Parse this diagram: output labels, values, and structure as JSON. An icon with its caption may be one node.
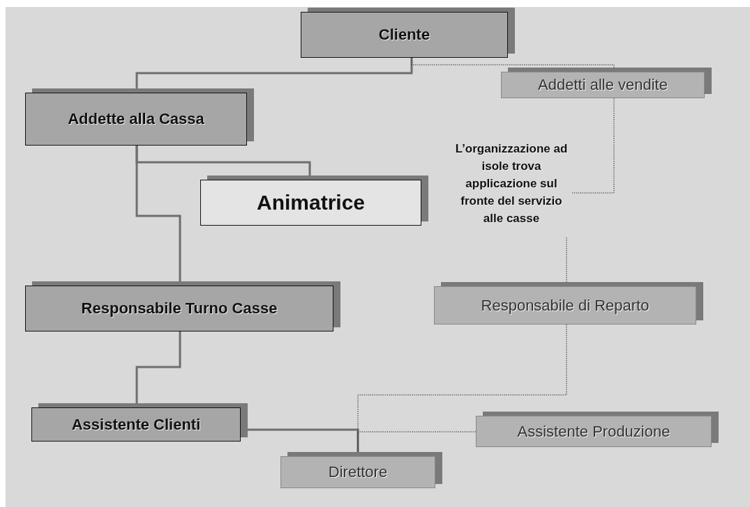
{
  "diagram": {
    "nodes": [
      {
        "text": [
          "Cliente"
        ]
      },
      {
        "text": [
          "Addetti alle vendite"
        ]
      },
      {
        "text": [
          "Addette alla Cassa"
        ]
      },
      {
        "text": [
          "L’organizzazione ad isole trova applicazione sul fronte del servizio alle casse"
        ]
      },
      {
        "text": [
          "Animatrice"
        ]
      },
      {
        "text": [
          "Responsabile Turno Casse"
        ]
      },
      {
        "text": [
          "Responsabile di Reparto"
        ]
      },
      {
        "text": [
          "Assistente Clienti"
        ]
      },
      {
        "text": [
          "Assistente Produzione"
        ]
      },
      {
        "text": [
          "Direttore"
        ]
      }
    ],
    "edges": [
      {
        "from": 0,
        "to": 2,
        "arrow": "none",
        "style": "thick"
      },
      {
        "from": 0,
        "to": 1,
        "arrow": "none",
        "style": "dashed",
        "color": "#333333"
      },
      {
        "from": 1,
        "to": 3,
        "arrow": "none",
        "style": "dashed",
        "color": "#333333"
      },
      {
        "from": 3,
        "to": 6,
        "arrow": "none",
        "style": "dashed",
        "color": "#333333"
      },
      {
        "from": 2,
        "to": 4,
        "arrow": "none",
        "style": "thick"
      },
      {
        "from": 2,
        "to": 5,
        "arrow": "none",
        "style": "thick"
      },
      {
        "from": 5,
        "to": 7,
        "arrow": "none",
        "style": "thick"
      },
      {
        "from": 7,
        "to": 9,
        "arrow": "none",
        "style": "thick"
      },
      {
        "from": 6,
        "to": 9,
        "arrow": "none",
        "style": "dashed",
        "color": "#333333"
      },
      {
        "from": 8,
        "to": 9,
        "arrow": "none",
        "style": "dashed",
        "color": "#333333"
      }
    ]
  }
}
